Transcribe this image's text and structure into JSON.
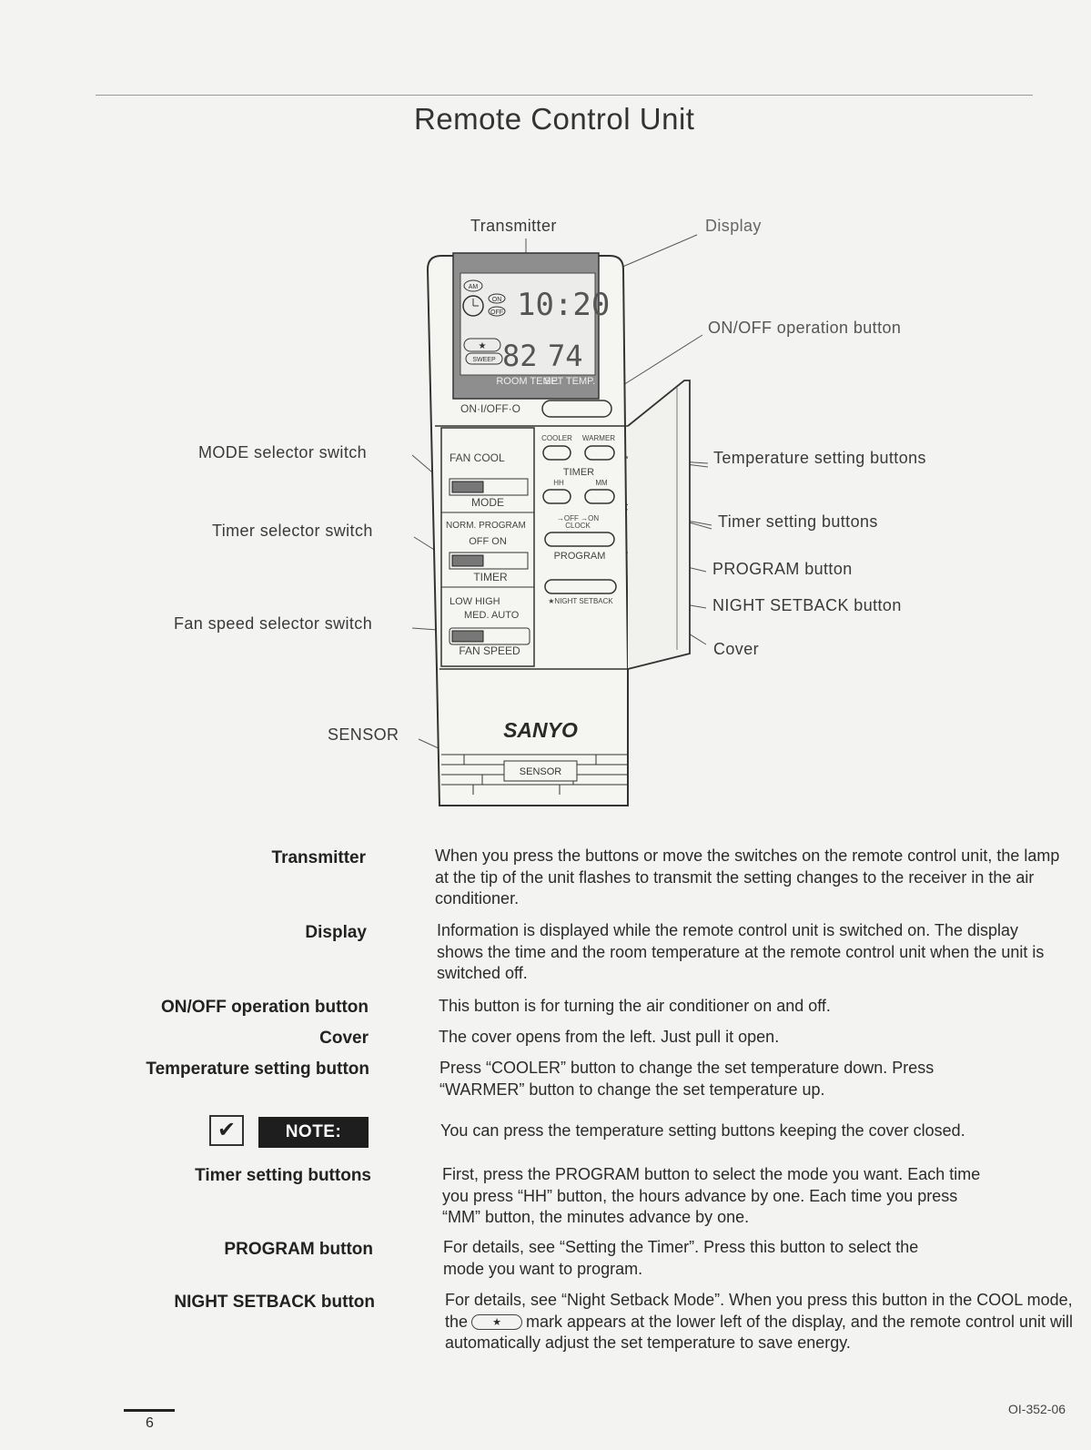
{
  "title": "Remote Control Unit",
  "callouts": {
    "transmitter": "Transmitter",
    "display": "Display",
    "onoff": "ON/OFF operation button",
    "mode_switch": "MODE selector switch",
    "temp_buttons": "Temperature setting buttons",
    "timer_switch": "Timer selector switch",
    "timer_buttons": "Timer setting buttons",
    "program": "PROGRAM button",
    "night": "NIGHT SETBACK button",
    "fan_switch": "Fan speed selector switch",
    "cover": "Cover",
    "sensor": "SENSOR"
  },
  "remote": {
    "am": "AM",
    "on": "ON",
    "off": "OFF",
    "time": "10:20",
    "star": "★",
    "sweep": "SWEEP",
    "room_temp_value": "82",
    "set_temp_value": "74",
    "room_temp": "ROOM TEMP.",
    "set_temp": "SET TEMP.",
    "onoff_label": "ON·I/OFF·O",
    "fan_cool": "FAN COOL",
    "mode": "MODE",
    "norm_program": "NORM. PROGRAM",
    "off_on": "OFF  ON",
    "timer": "TIMER",
    "low_high": "LOW   HIGH",
    "med_auto": "MED.  AUTO",
    "fan_speed": "FAN SPEED",
    "cooler": "COOLER",
    "warmer": "WARMER",
    "timer_label": "TIMER",
    "hh": "HH",
    "mm": "MM",
    "off_on_clock": "→OFF →ON",
    "clock": "CLOCK",
    "program": "PROGRAM",
    "night_setback": "★NIGHT SETBACK",
    "brand": "SANYO",
    "sensor": "SENSOR"
  },
  "entries": [
    {
      "term": "Transmitter",
      "desc": "When you press the buttons or move the switches on the remote control unit, the lamp at the tip of the unit flashes to transmit the setting changes to the receiver in the air conditioner."
    },
    {
      "term": "Display",
      "desc": "Information is displayed while the remote control unit is switched on. The display shows the time and the room temperature at the remote control unit when the unit is switched off."
    },
    {
      "term": "ON/OFF operation button",
      "desc": "This button is for turning the air conditioner on and off."
    },
    {
      "term": "Cover",
      "desc": "The cover opens from the left. Just pull it open."
    },
    {
      "term": "Temperature setting button",
      "desc": "Press “COOLER” button to change the set temperature down. Press “WARMER” button to change the set temperature up."
    },
    {
      "term": "Timer setting buttons",
      "desc": "First, press the PROGRAM button to select the mode you want. Each time you press “HH” button, the hours advance by one. Each time you press “MM” button, the minutes advance by one."
    },
    {
      "term": "PROGRAM button",
      "desc": "For details, see “Setting the Timer”. Press this button to select the mode you want to program."
    },
    {
      "term": "NIGHT SETBACK button",
      "desc_pre": "For details, see “Night Setback Mode”. When you press this button in the COOL mode, the",
      "desc_post": "mark appears at the lower left of the display, and the remote control unit will automatically adjust the set temperature to save energy."
    }
  ],
  "note": {
    "check": "✔",
    "label": "NOTE:",
    "text": "You can press the temperature setting buttons keeping the cover closed."
  },
  "page_number": "6",
  "doc_code": "OI-352-06"
}
